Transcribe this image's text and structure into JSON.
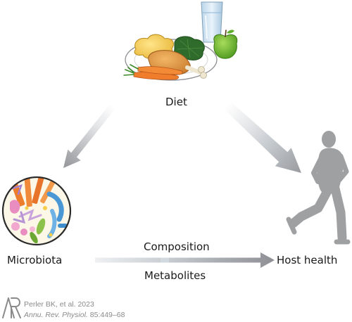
{
  "nodes": {
    "diet": "Diet",
    "microbiota": "Microbiota",
    "host_health": "Host health"
  },
  "edge_labels": {
    "composition": "Composition",
    "metabolites": "Metabolites"
  },
  "citation": {
    "line1": "Perler BK, et al. 2023",
    "line2_journal": "Annu. Rev. Physiol.",
    "line2_ref": " 85:449–68"
  },
  "logo_letters": "AR",
  "colors": {
    "arrow": "#9b9da1",
    "silhouette": "#9fa0a2",
    "text": "#1a1a1a",
    "citation": "#8a8a8a"
  }
}
